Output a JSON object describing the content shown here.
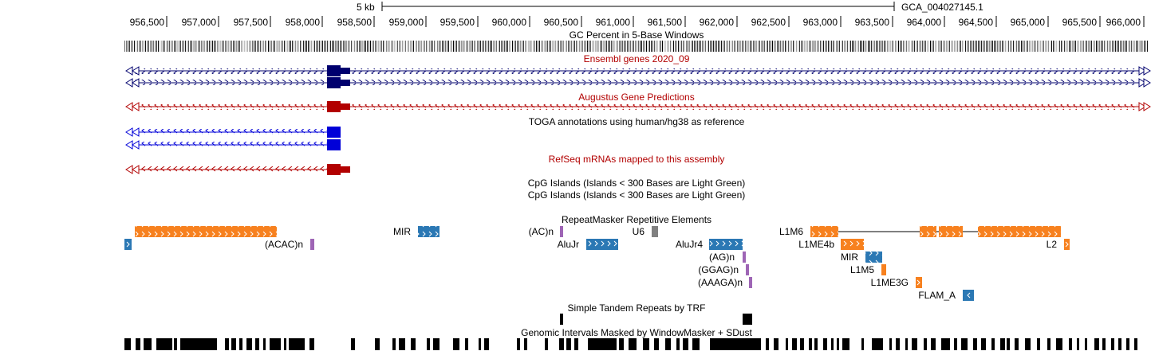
{
  "ruler": {
    "scale_label": "5 kb",
    "assembly": "GCA_004027145.1",
    "ticks": [
      "956,500",
      "957,000",
      "957,500",
      "958,000",
      "958,500",
      "959,000",
      "959,500",
      "960,000",
      "960,500",
      "961,000",
      "961,500",
      "962,000",
      "962,500",
      "963,000",
      "963,500",
      "964,000",
      "964,500",
      "965,000",
      "965,500",
      "966,000"
    ]
  },
  "tracks": {
    "gc": "GC Percent in 5-Base Windows",
    "ensembl": "Ensembl genes 2020_09",
    "augustus": "Augustus Gene Predictions",
    "toga": "TOGA annotations using human/hg38 as reference",
    "refseq": "RefSeq mRNAs mapped to this assembly",
    "cpg1": "CpG Islands (Islands < 300 Bases are Light Green)",
    "cpg2": "CpG Islands (Islands < 300 Bases are Light Green)",
    "rmsk": "RepeatMasker Repetitive Elements",
    "trf": "Simple Tandem Repeats by TRF",
    "wm": "Genomic Intervals Masked by WindowMasker + SDust"
  },
  "repeats": {
    "mir1": "MIR",
    "acac": "(ACAC)n",
    "ac": "(AC)n",
    "alujr": "AluJr",
    "u6": "U6",
    "alujr4": "AluJr4",
    "ag": "(AG)n",
    "ggag": "(GGAG)n",
    "aaaga": "(AAAGA)n",
    "l1m6": "L1M6",
    "l1me4b": "L1ME4b",
    "mir2": "MIR",
    "l1m5": "L1M5",
    "l1me3g": "L1ME3G",
    "flam": "FLAM_A",
    "l2": "L2"
  },
  "colors": {
    "ensembl": "#00006e",
    "augustus": "#b20000",
    "toga": "#0000d8",
    "line_repeat": "#f7811f",
    "sine_repeat": "#2b78b4",
    "simple_repeat": "#9e65b5",
    "other_repeat": "#808080"
  }
}
